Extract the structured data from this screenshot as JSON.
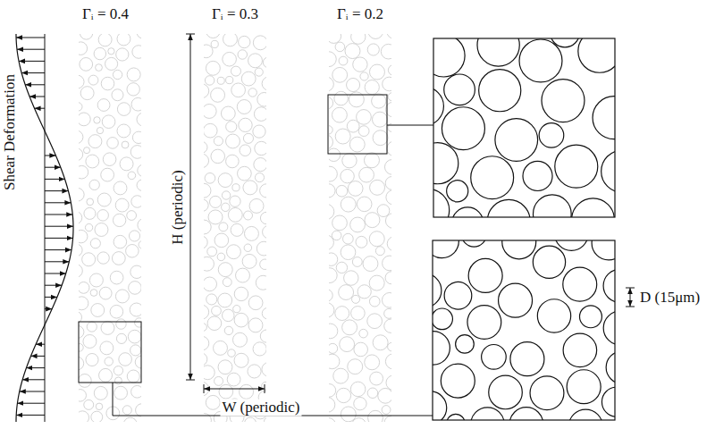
{
  "diagram": {
    "labels": [
      "Γᵢ = 0.4",
      "Γᵢ = 0.3",
      "Γᵢ = 0.2",
      "H (periodic)",
      "W (periodic)",
      "D (15μm)",
      "Shear Deformation"
    ]
  }
}
